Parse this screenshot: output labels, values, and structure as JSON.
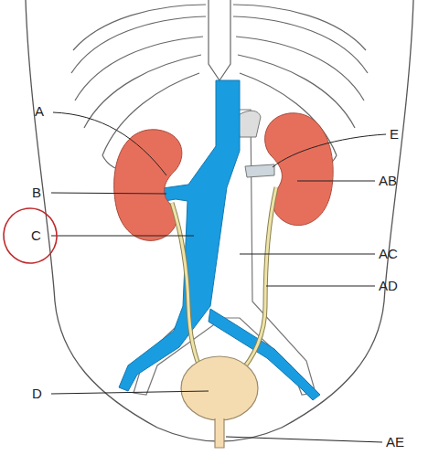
{
  "diagram": {
    "labels": [
      "A",
      "E",
      "B",
      "AB",
      "C",
      "AC",
      "AD",
      "D",
      "AE"
    ]
  }
}
